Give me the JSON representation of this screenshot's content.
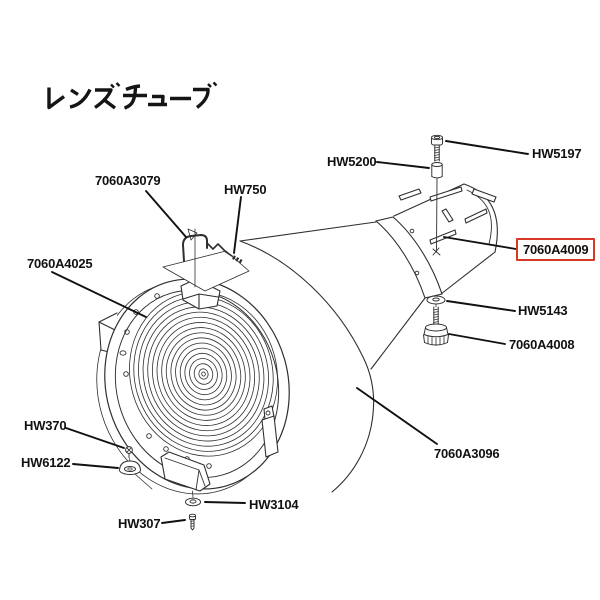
{
  "title": "レンズチューブ",
  "highlight_color": "#d63a26",
  "diagram_line_color": "#2f2f2f",
  "selected_part": "7060A4009",
  "parts": [
    {
      "id": "7060A3079",
      "label": "7060A3079",
      "highlighted": false
    },
    {
      "id": "HW750",
      "label": "HW750",
      "highlighted": false
    },
    {
      "id": "HW5200",
      "label": "HW5200",
      "highlighted": false
    },
    {
      "id": "HW5197",
      "label": "HW5197",
      "highlighted": false
    },
    {
      "id": "7060A4009",
      "label": "7060A4009",
      "highlighted": true
    },
    {
      "id": "7060A4025",
      "label": "7060A4025",
      "highlighted": false
    },
    {
      "id": "HW5143",
      "label": "HW5143",
      "highlighted": false
    },
    {
      "id": "7060A4008",
      "label": "7060A4008",
      "highlighted": false
    },
    {
      "id": "7060A3096",
      "label": "7060A3096",
      "highlighted": false
    },
    {
      "id": "HW370",
      "label": "HW370",
      "highlighted": false
    },
    {
      "id": "HW6122",
      "label": "HW6122",
      "highlighted": false
    },
    {
      "id": "HW3104",
      "label": "HW3104",
      "highlighted": false
    },
    {
      "id": "HW307",
      "label": "HW307",
      "highlighted": false
    }
  ]
}
